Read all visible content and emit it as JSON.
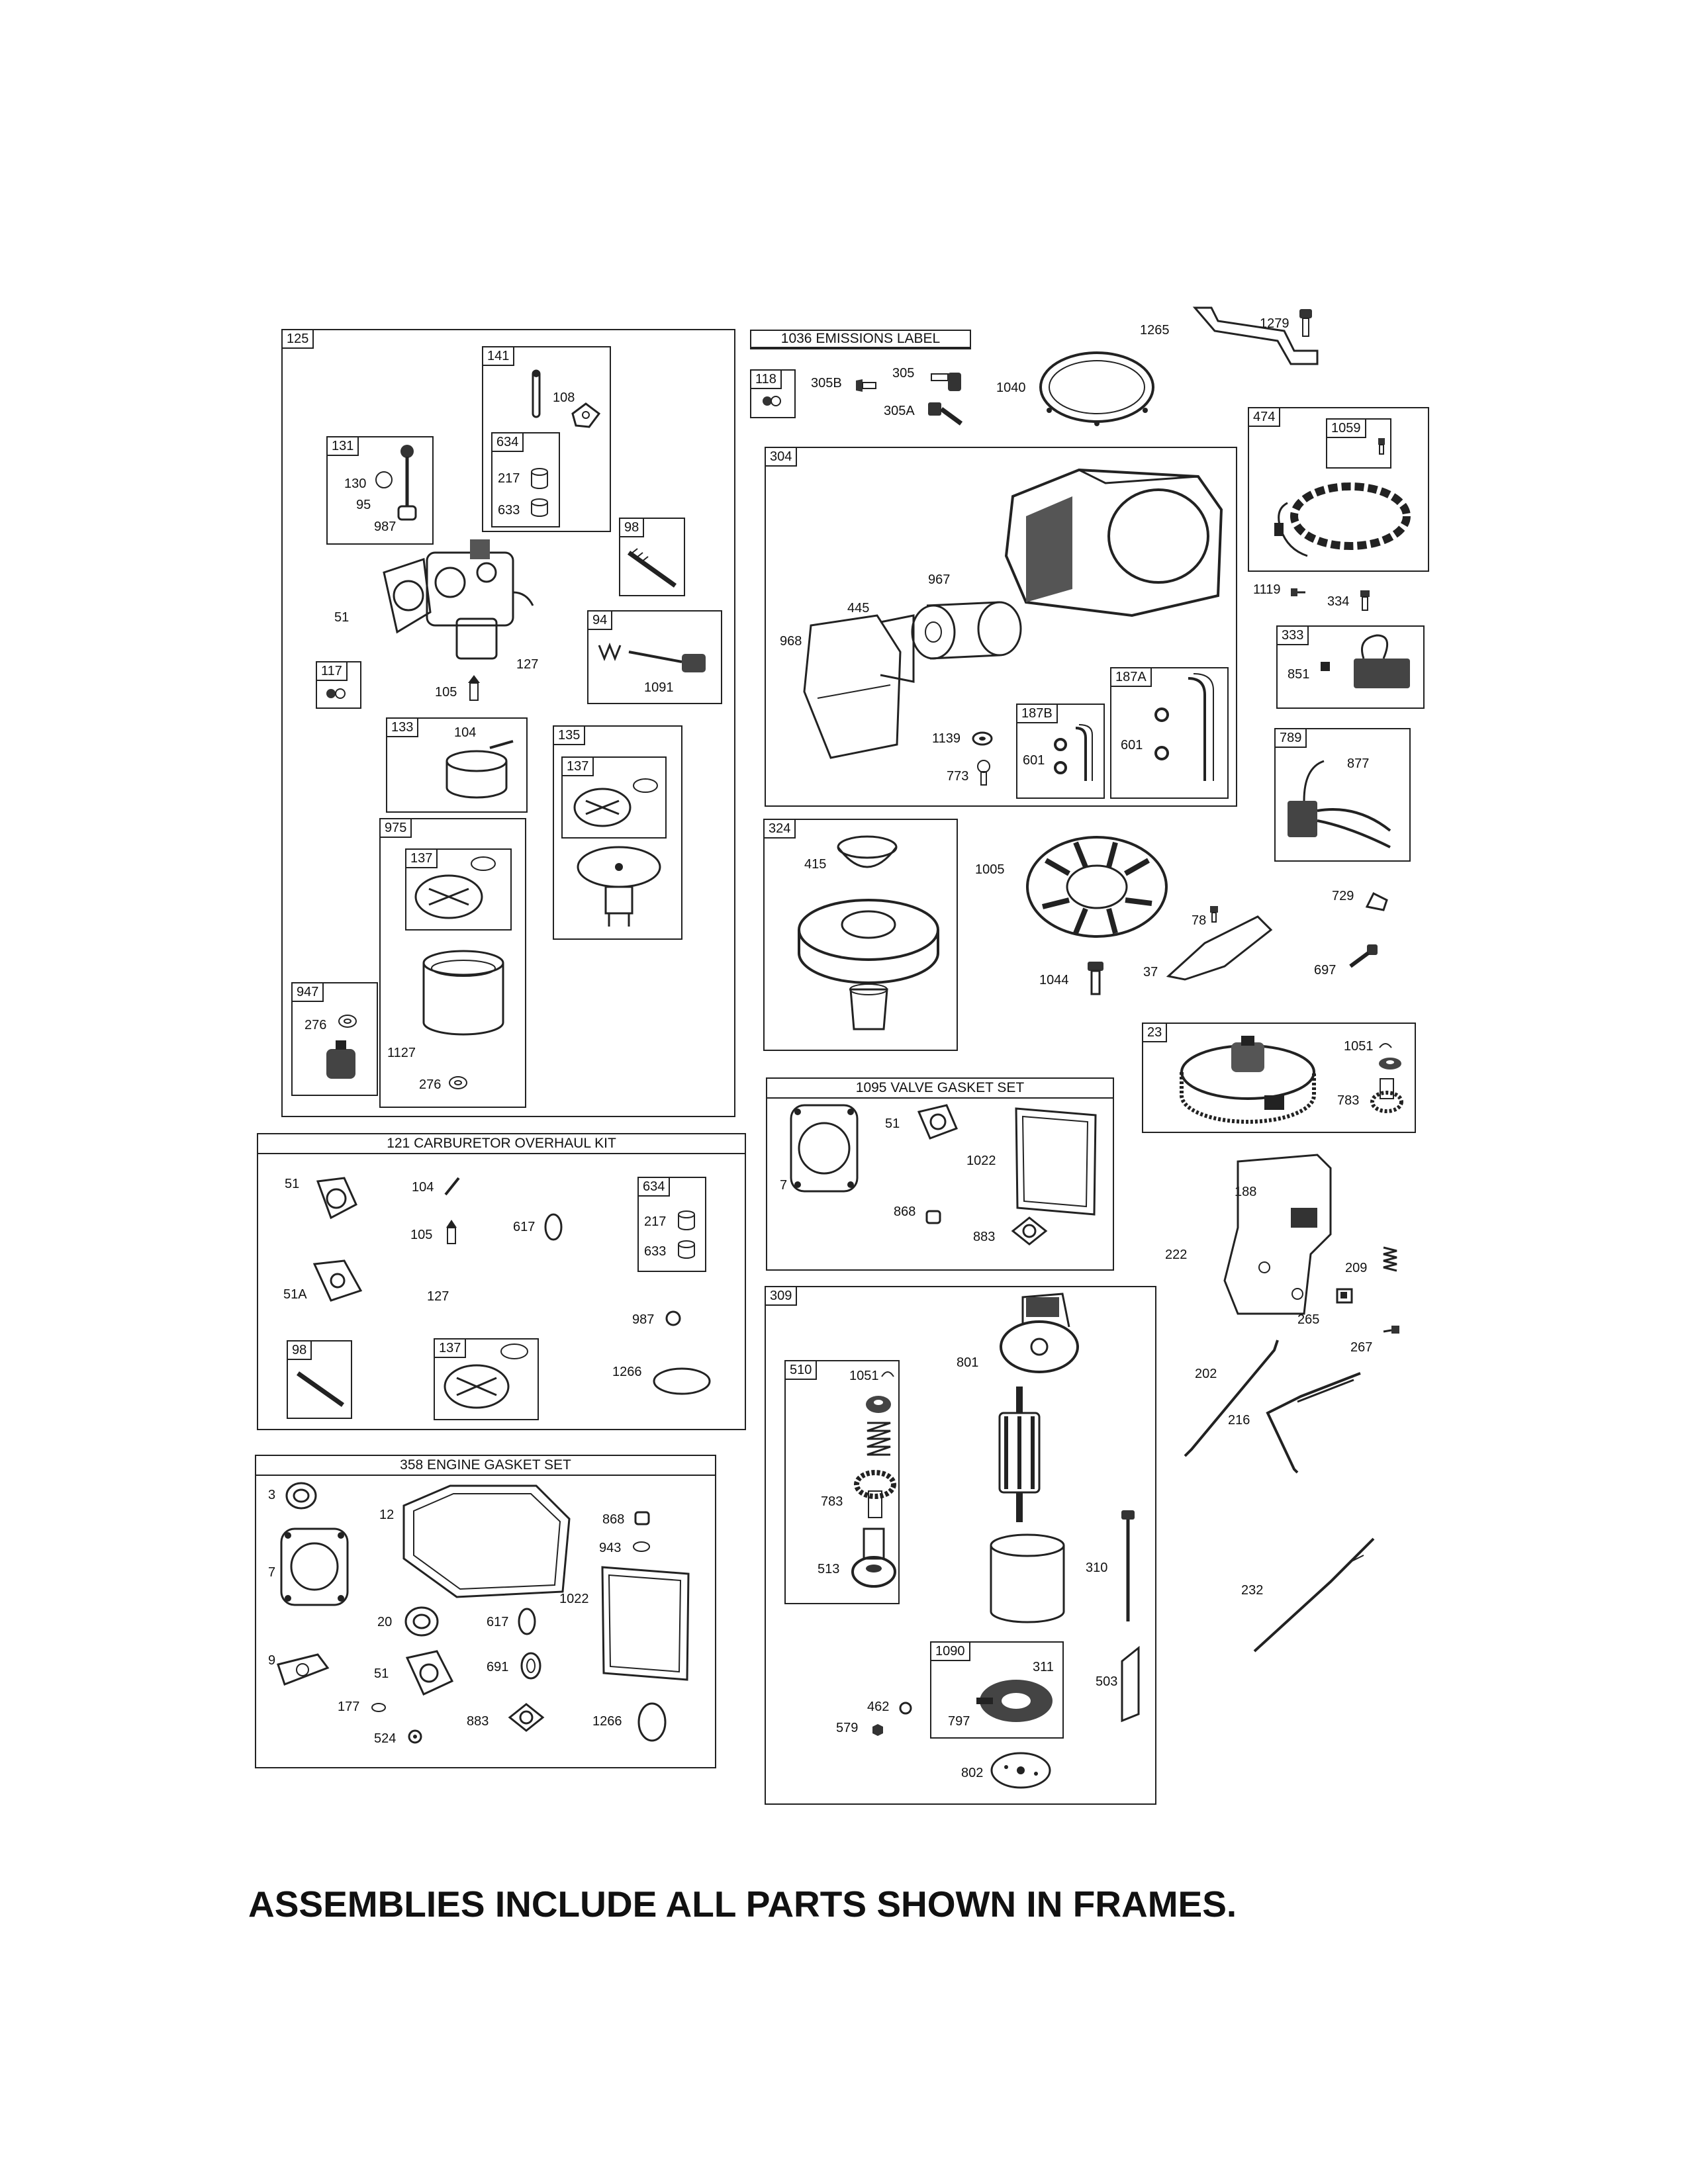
{
  "footer_note": "ASSEMBLIES INCLUDE ALL PARTS SHOWN IN FRAMES.",
  "frames": {
    "carb_assembly": "125",
    "choke": "141",
    "kit634": "634",
    "float131": "131",
    "needle98": "98",
    "solenoid94": "94",
    "bowl117": "117",
    "float133": "133",
    "gasket135": "135",
    "gasket137": "137",
    "bowl975": "975",
    "solenoid947": "947",
    "emissions_label": "1036 EMISSIONS LABEL",
    "screw118": "118",
    "housing304": "304",
    "clamp187b": "187B",
    "clamp187a": "187A",
    "rewind324": "324",
    "alternator474": "474",
    "alt1059": "1059",
    "armature333": "333",
    "harness789": "789",
    "flywheel23": "23",
    "valve_gasket_set": "1095 VALVE GASKET SET",
    "carb_overhaul_kit": "121 CARBURETOR OVERHAUL KIT",
    "engine_gasket_set": "358 ENGINE GASKET SET",
    "starter309": "309",
    "drive510": "510",
    "brush1090": "1090"
  },
  "labels": {
    "l51a": "51",
    "l127": "127",
    "l105": "105",
    "l1091": "1091",
    "l108": "108",
    "l217": "217",
    "l633": "633",
    "l130": "130",
    "l95": "95",
    "l987": "987",
    "l104": "104",
    "l276a": "276",
    "l1127": "1127",
    "l276b": "276",
    "l305b": "305B",
    "l305": "305",
    "l305a": "305A",
    "l1040": "1040",
    "l1265": "1265",
    "l1279": "1279",
    "l967": "967",
    "l445": "445",
    "l968": "968",
    "l1139": "1139",
    "l773": "773",
    "l601a": "601",
    "l601b": "601",
    "l1119": "1119",
    "l334": "334",
    "l851": "851",
    "l877": "877",
    "l415": "415",
    "l1005": "1005",
    "l78": "78",
    "l729": "729",
    "l1044": "1044",
    "l37": "37",
    "l697": "697",
    "l1051a": "1051",
    "l783a": "783",
    "v51": "51",
    "v1022": "1022",
    "v7": "7",
    "v868": "868",
    "v883": "883",
    "k51": "51",
    "k104": "104",
    "k105": "105",
    "k617": "617",
    "k217": "217",
    "k633": "633",
    "k51a": "51A",
    "k127": "127",
    "k987": "987",
    "k1266": "1266",
    "g3": "3",
    "g12": "12",
    "g868": "868",
    "g943": "943",
    "g7": "7",
    "g1022": "1022",
    "g20": "20",
    "g617": "617",
    "g9": "9",
    "g691": "691",
    "g51": "51",
    "g177": "177",
    "g883": "883",
    "g1266": "1266",
    "g524": "524",
    "s1051": "1051",
    "s801": "801",
    "s783": "783",
    "s513": "513",
    "s310": "310",
    "s311": "311",
    "s503": "503",
    "s462": "462",
    "s797": "797",
    "s579": "579",
    "s802": "802",
    "r188": "188",
    "r222": "222",
    "r209": "209",
    "r265": "265",
    "r267": "267",
    "r202": "202",
    "r216": "216",
    "r232": "232"
  }
}
